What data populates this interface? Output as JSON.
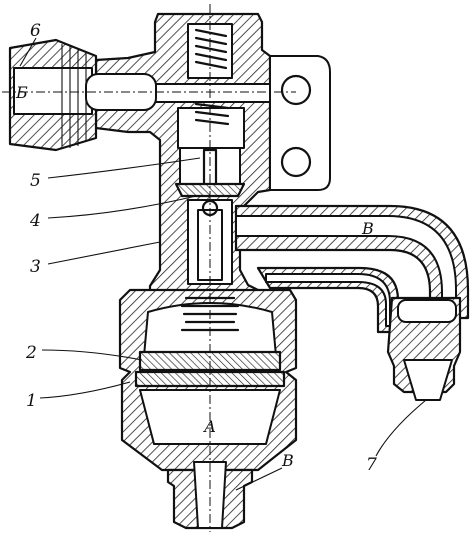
{
  "labels": {
    "port_b_cyr": "Б",
    "ref_6": "6",
    "ref_5": "5",
    "ref_4": "4",
    "ref_3": "3",
    "ref_2": "2",
    "ref_1": "1",
    "ref_7": "7",
    "channel_v_top": "В",
    "chamber_a": "А",
    "channel_v_bottom": "В"
  }
}
